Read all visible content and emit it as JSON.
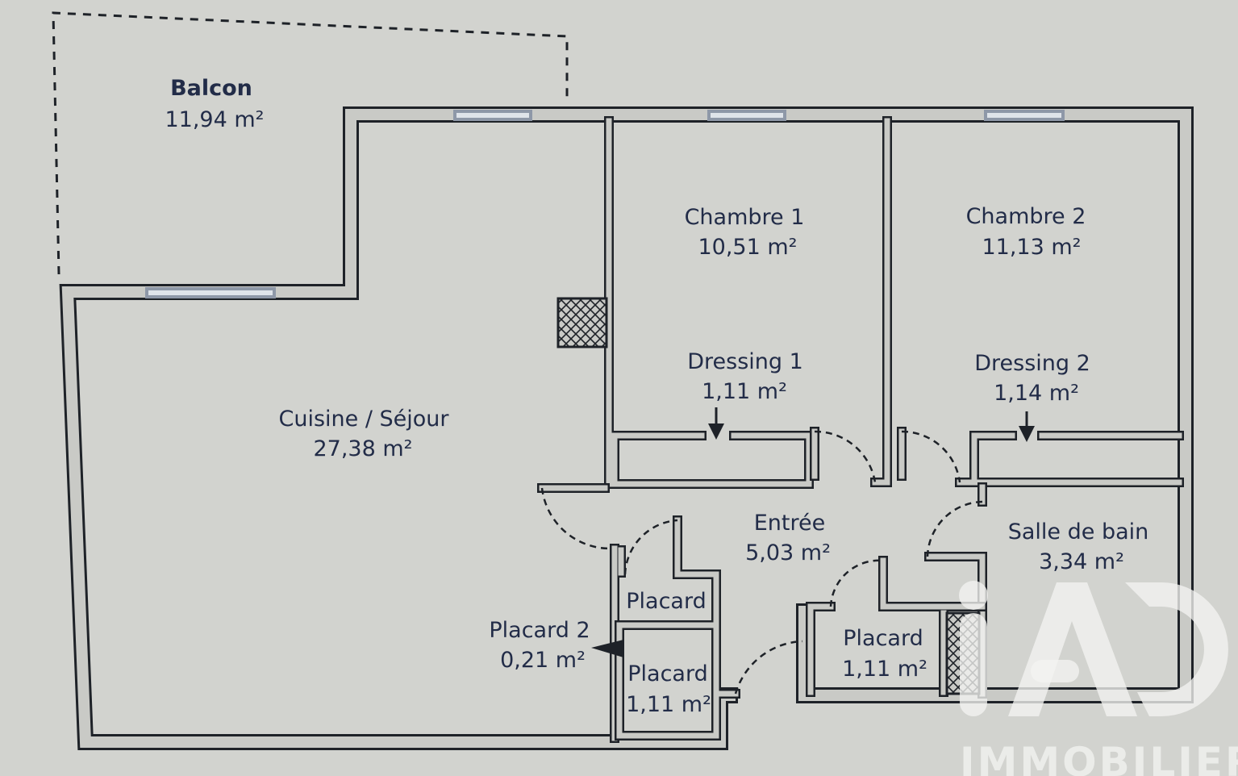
{
  "rooms": {
    "balcon": {
      "name": "Balcon",
      "area": "11,94 m²"
    },
    "chambre1": {
      "name": "Chambre 1",
      "area": "10,51 m²"
    },
    "chambre2": {
      "name": "Chambre 2",
      "area": "11,13 m²"
    },
    "dressing1": {
      "name": "Dressing 1",
      "area": "1,11 m²"
    },
    "dressing2": {
      "name": "Dressing 2",
      "area": "1,14 m²"
    },
    "sejour": {
      "name": "Cuisine / Séjour",
      "area": "27,38 m²"
    },
    "entree": {
      "name": "Entrée",
      "area": "5,03 m²"
    },
    "sdb": {
      "name": "Salle de bain",
      "area": "3,34 m²"
    },
    "placard_a": {
      "name": "Placard"
    },
    "placard2": {
      "name": "Placard 2",
      "area": "0,21 m²"
    },
    "placard_b": {
      "name": "Placard",
      "area": "1,11 m²"
    },
    "placard_c": {
      "name": "Placard",
      "area": "1,11 m²"
    }
  },
  "logo": {
    "mark": "iAD",
    "text": "IMMOBILIER"
  },
  "colors": {
    "background": "#d2d3cf",
    "wall": "#1e2228",
    "text": "#222c48"
  }
}
